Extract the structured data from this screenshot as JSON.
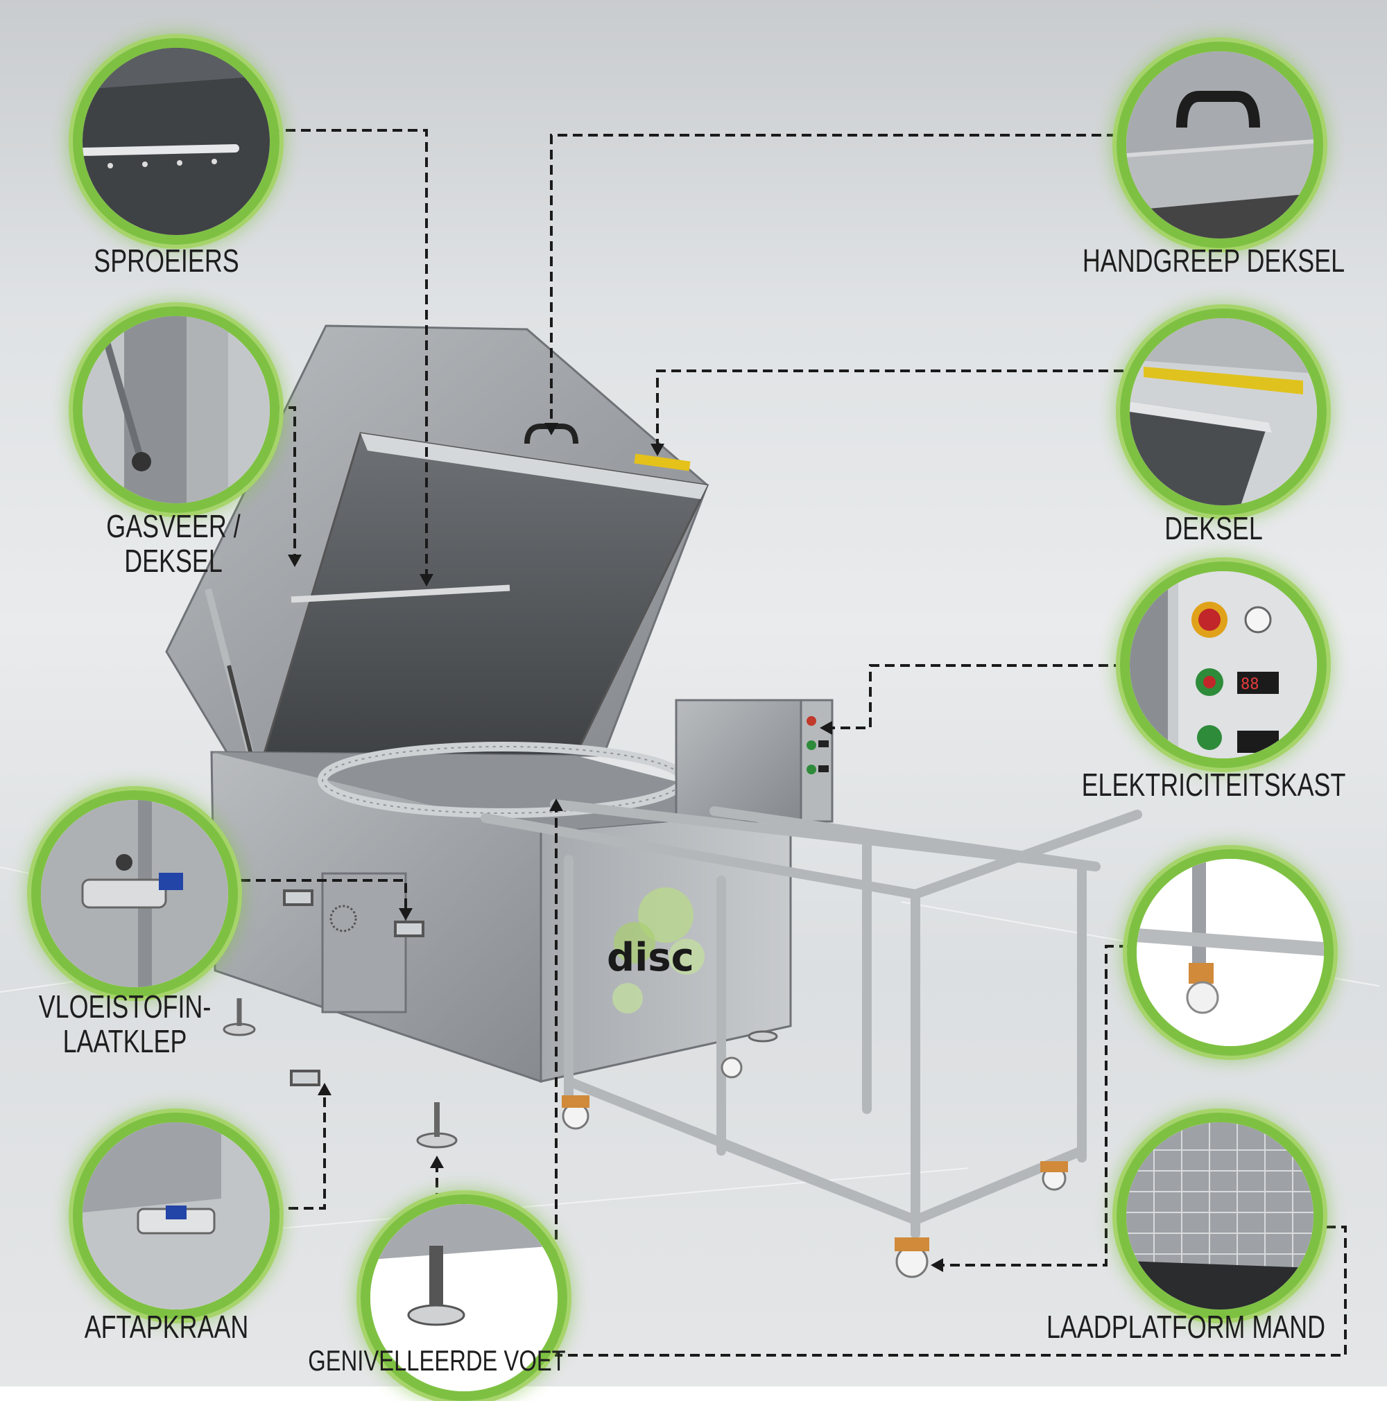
{
  "brand": {
    "logo_text": "disc",
    "accent_color": "#7ec142",
    "connector_color": "#1a1a1a"
  },
  "callouts": [
    {
      "id": "sproeiers",
      "label": "SPROEIERS",
      "icon": "spray-nozzle-icon"
    },
    {
      "id": "handgreep",
      "label": "HANDGREEP DEKSEL",
      "icon": "lid-handle-icon"
    },
    {
      "id": "gasveer",
      "label": "GASVEER /\nDEKSEL",
      "icon": "gas-spring-icon"
    },
    {
      "id": "deksel",
      "label": "DEKSEL",
      "icon": "lid-icon"
    },
    {
      "id": "elektriciteitskast",
      "label": "ELEKTRICITEITSKAST",
      "icon": "control-panel-icon"
    },
    {
      "id": "vloeistofinlaatklep",
      "label": "VLOEISTOFIN-\nLAATKLEP",
      "icon": "inlet-valve-icon"
    },
    {
      "id": "wiel",
      "label": "",
      "icon": "caster-wheel-icon"
    },
    {
      "id": "aftapkraan",
      "label": "AFTAPKRAAN",
      "icon": "drain-tap-icon"
    },
    {
      "id": "voet",
      "label": "GENIVELLEERDE VOET",
      "icon": "leveling-foot-icon"
    },
    {
      "id": "laadplatform",
      "label": "LAADPLATFORM MAND",
      "icon": "basket-icon"
    }
  ]
}
